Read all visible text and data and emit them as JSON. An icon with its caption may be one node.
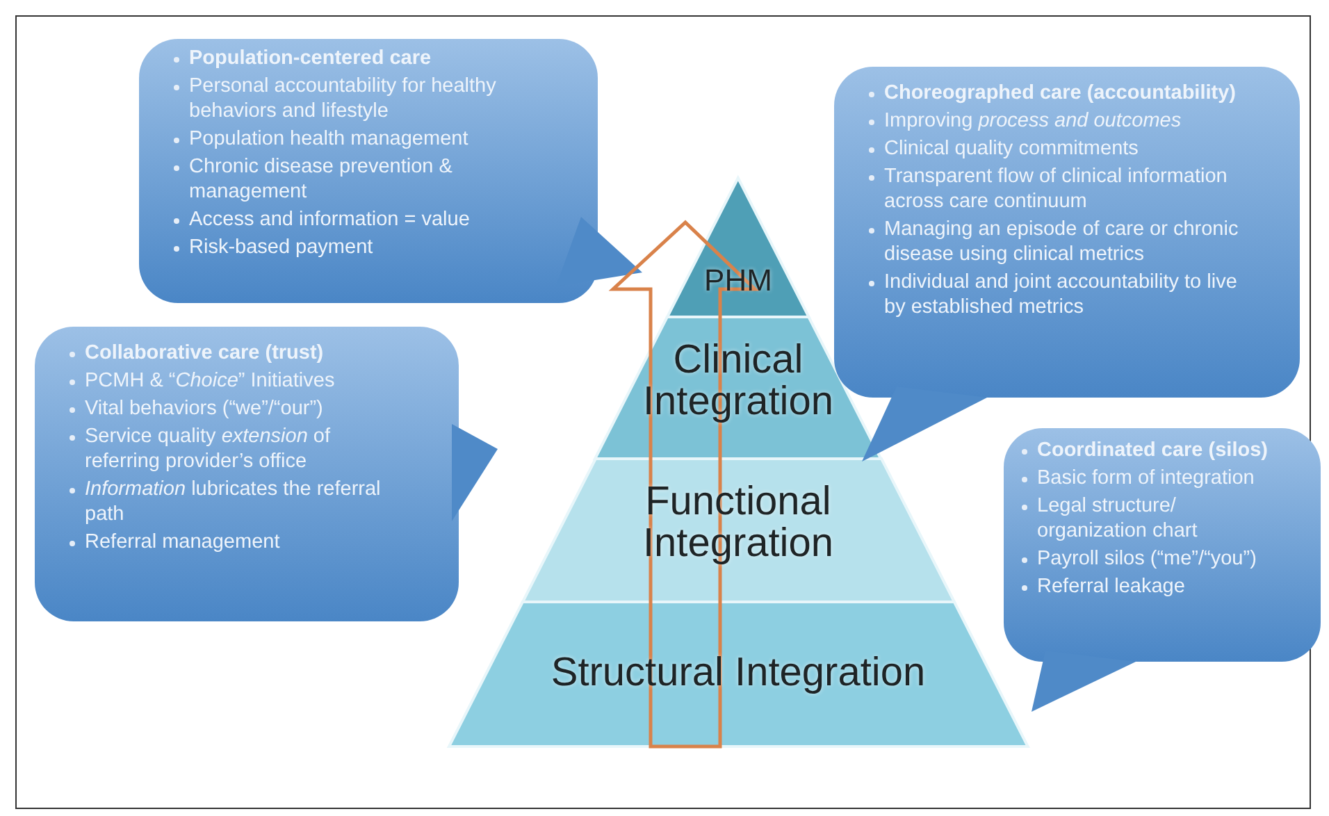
{
  "diagram": {
    "nodes": [
      {
        "text": [
          "PHM"
        ]
      },
      {
        "text": [
          "Clinical Integration"
        ]
      },
      {
        "text": [
          "Functional Integration"
        ]
      },
      {
        "text": [
          "Structural Integration"
        ]
      },
      {
        "text": [
          "Population-centered care",
          "Personal accountability for healthy behaviors and lifestyle",
          "Population health management",
          "Chronic disease prevention & management",
          "Access and information = value",
          "Risk-based payment"
        ]
      },
      {
        "text": [
          "Choreographed care (accountability)",
          "Improving *process and outcomes*",
          "Clinical quality commitments",
          "Transparent flow of clinical information across care continuum",
          "Managing an episode of care or chronic disease using clinical metrics",
          "Individual and joint accountability to live by established metrics"
        ]
      },
      {
        "text": [
          "Collaborative care (trust)",
          "PCMH & “*Choice*” Initiatives",
          "Vital behaviors (“we”/“our”)",
          "Service quality *extension* of referring provider’s office",
          "*Information* lubricates the referral path",
          "Referral management"
        ]
      },
      {
        "text": [
          "Coordinated care (silos)",
          "Basic form of integration",
          "Legal structure/ organization chart",
          "Payroll silos (“me”/“you”)",
          "Referral leakage"
        ]
      }
    ]
  }
}
